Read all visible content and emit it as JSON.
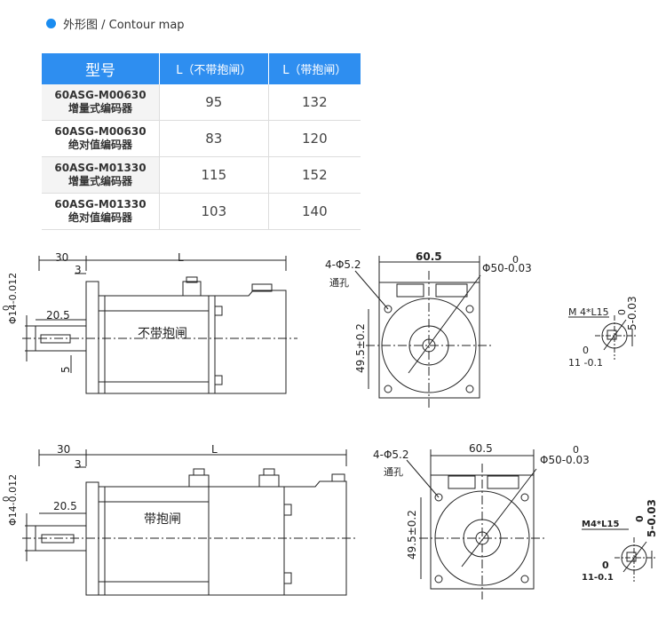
{
  "section": {
    "title": "外形图 / Contour map"
  },
  "table": {
    "headers": [
      "型号",
      "L（不带抱闸）",
      "L（带抱闸）"
    ],
    "rows": [
      {
        "model_line1": "60ASG-M00630",
        "model_line2": "增量式编码器",
        "l_no_brake": "95",
        "l_brake": "132"
      },
      {
        "model_line1": "60ASG-M00630",
        "model_line2": "绝对值编码器",
        "l_no_brake": "83",
        "l_brake": "120"
      },
      {
        "model_line1": "60ASG-M01330",
        "model_line2": "增量式编码器",
        "l_no_brake": "115",
        "l_brake": "152"
      },
      {
        "model_line1": "60ASG-M01330",
        "model_line2": "绝对值编码器",
        "l_no_brake": "103",
        "l_brake": "140"
      }
    ]
  },
  "drawing_top": {
    "dim_30": "30",
    "dim_L": "L",
    "dim_3": "3",
    "shaft_tol": "Φ14-0.012",
    "shaft_zero": "0",
    "dim_205": "20.5",
    "dim_5": "5",
    "motor_label": "不带抱闸",
    "holes": "4-Φ5.2",
    "through": "通孔",
    "width": "60.5",
    "pilot": "Φ50-0.03",
    "pilot_zero": "0",
    "pcd": "49.5±0.2",
    "key_m": "M 4*L15",
    "key_5": "5-0.03",
    "key_5_zero": "0",
    "key_11": "11 -0.1",
    "key_11_zero": "0"
  },
  "drawing_bottom": {
    "dim_30": "30",
    "dim_L": "L",
    "dim_3": "3",
    "shaft_tol": "Φ14-0.012",
    "shaft_zero": "0",
    "dim_205": "20.5",
    "motor_label": "带抱闸",
    "holes": "4-Φ5.2",
    "through": "通孔",
    "width": "60.5",
    "pilot": "Φ50-0.03",
    "pilot_zero": "0",
    "pcd": "49.5±0.2",
    "key_m": "M4*L15",
    "key_5": "5-0.03",
    "key_5_zero": "0",
    "key_11": "11-0.1",
    "key_11_zero": "0"
  }
}
